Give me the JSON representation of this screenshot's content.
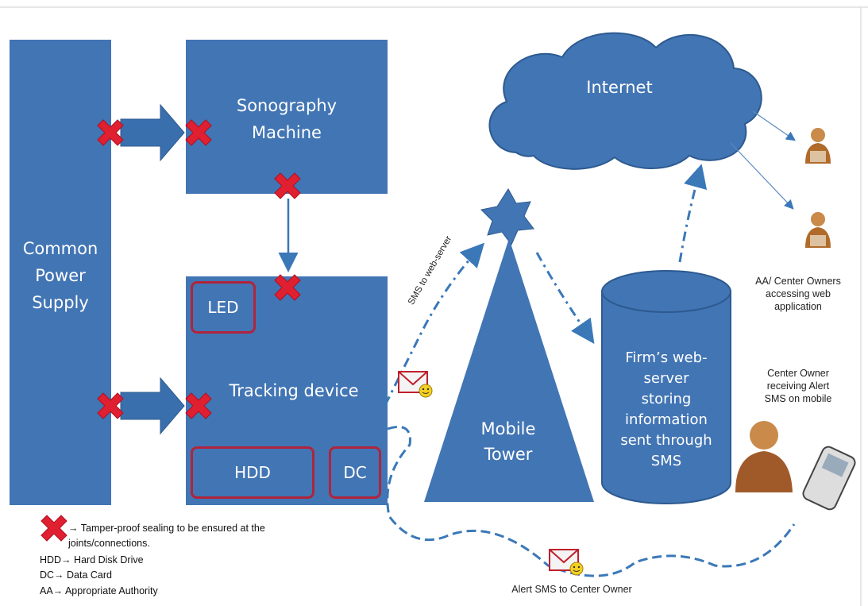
{
  "colors": {
    "block": "#4275b4",
    "inner_border": "#b0243c",
    "seal": "#e02030",
    "arrow_dash": "#3a78b8"
  },
  "power_supply": {
    "label": "Common Power Supply",
    "lines": [
      "Common",
      "Power",
      "Supply"
    ]
  },
  "sonography": {
    "lines": [
      "Sonography",
      "Machine"
    ]
  },
  "tracking": {
    "label": "Tracking device",
    "led": "LED",
    "hdd": "HDD",
    "dc": "DC"
  },
  "tower": {
    "lines": [
      "Mobile",
      "Tower"
    ]
  },
  "internet": {
    "label": "Internet"
  },
  "server": {
    "lines": [
      "Firm’s web-",
      "server",
      "storing",
      "information",
      "sent through",
      "SMS"
    ]
  },
  "arrows": {
    "sms_to_server": "SMS to web-server",
    "alert_sms": "Alert SMS to Center Owner"
  },
  "captions": {
    "web_users": [
      "AA/ Center Owners",
      "accessing web",
      "application"
    ],
    "mobile_user": [
      "Center Owner",
      "receiving Alert",
      "SMS on mobile"
    ]
  },
  "legend": {
    "seal": "→ Tamper-proof sealing to be ensured at the",
    "seal_cont": "joints/connections.",
    "hdd": "HDD→ Hard Disk Drive",
    "dc": "DC→ Data Card",
    "aa": "AA→ Appropriate Authority"
  },
  "icons": [
    "tamper-seal-icon",
    "sms-envelope-icon",
    "person-icon",
    "mobile-phone-icon"
  ]
}
